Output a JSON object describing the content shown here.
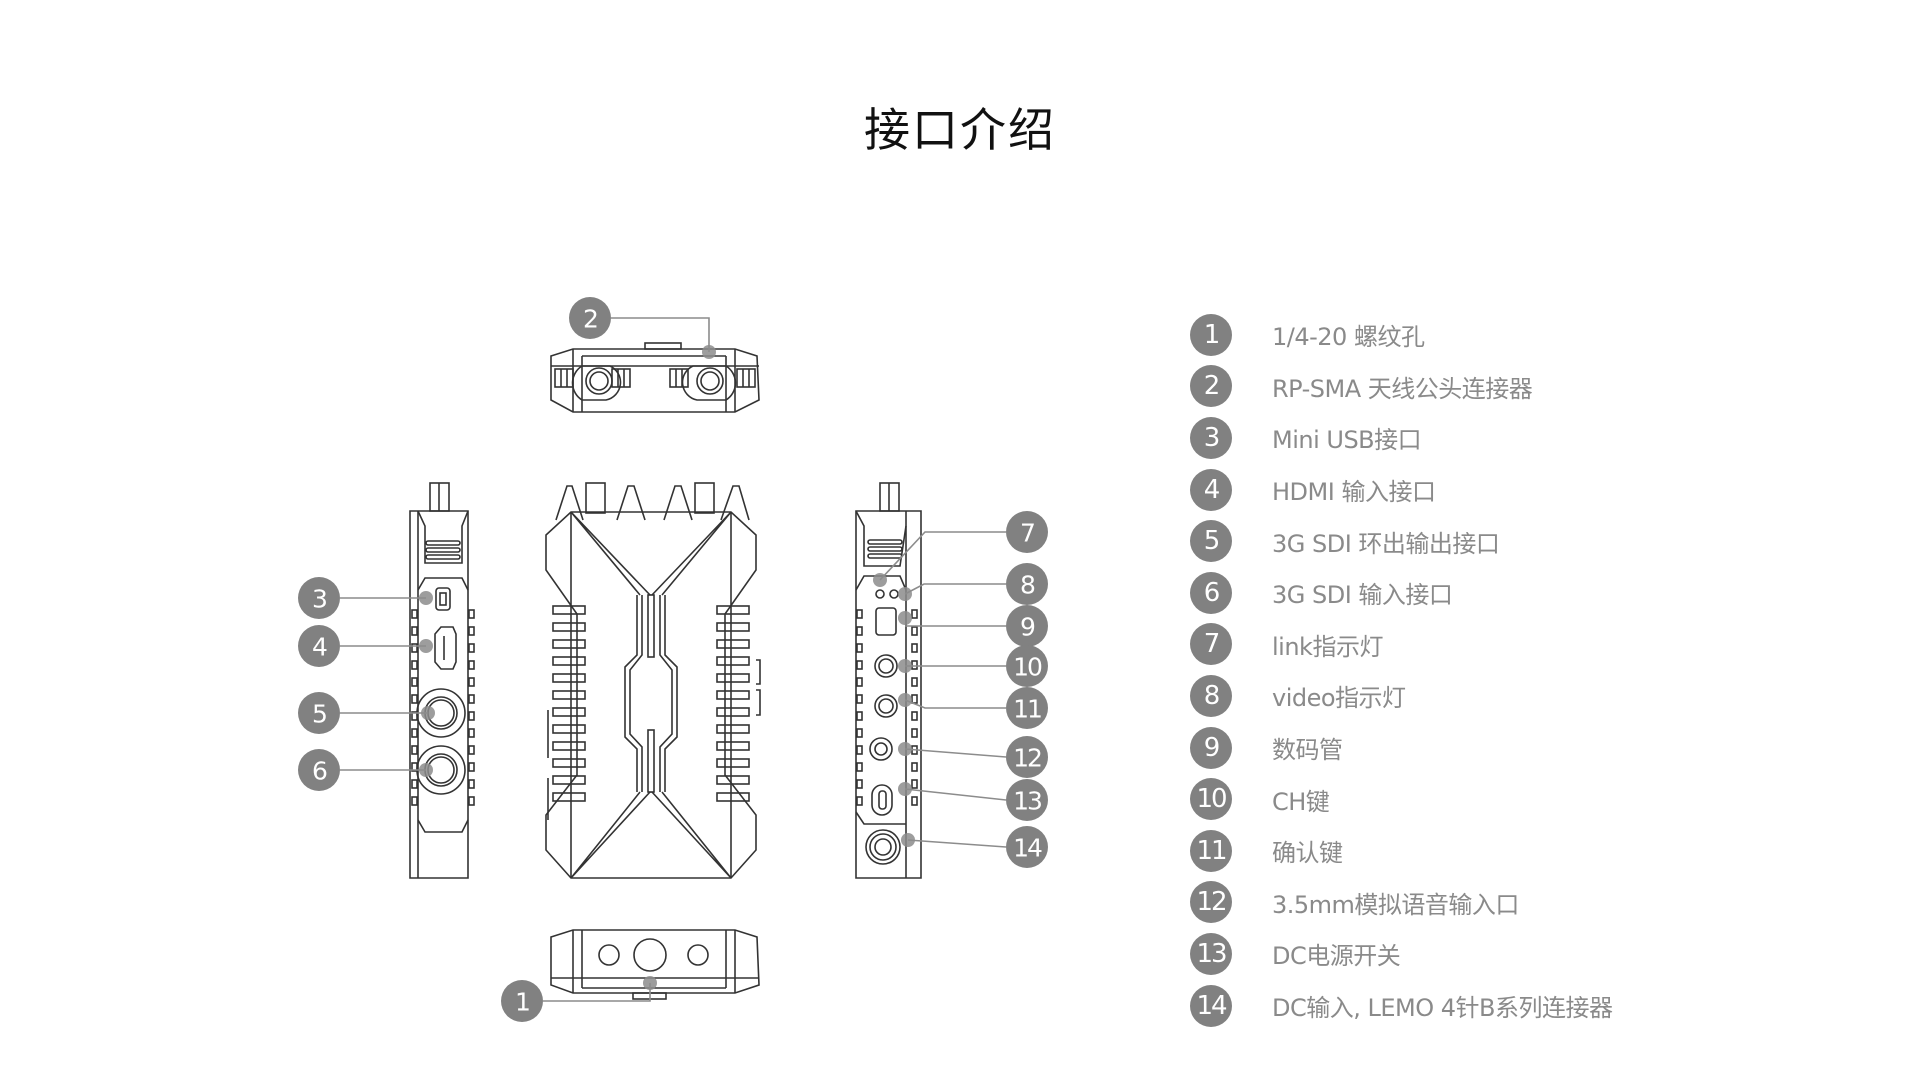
{
  "title": "接口介绍",
  "colors": {
    "badge": "#818181",
    "label": "#8a8a8a",
    "line": "#333333",
    "leader": "#8c8c8c"
  },
  "legend": [
    {
      "num": "1",
      "label": "1/4-20 螺纹孔"
    },
    {
      "num": "2",
      "label": "RP-SMA 天线公头连接器"
    },
    {
      "num": "3",
      "label": "Mini USB接口"
    },
    {
      "num": "4",
      "label": "HDMI 输入接口"
    },
    {
      "num": "5",
      "label": "3G SDI 环出输出接口"
    },
    {
      "num": "6",
      "label": "3G SDI 输入接口"
    },
    {
      "num": "7",
      "label": "link指示灯"
    },
    {
      "num": "8",
      "label": "video指示灯"
    },
    {
      "num": "9",
      "label": "数码管"
    },
    {
      "num": "10",
      "label": "CH键"
    },
    {
      "num": "11",
      "label": "确认键"
    },
    {
      "num": "12",
      "label": "3.5mm模拟语音输入口"
    },
    {
      "num": "13",
      "label": "DC电源开关"
    },
    {
      "num": "14",
      "label": "DC输入, LEMO 4针B系列连接器"
    }
  ],
  "views": {
    "top": "top-view",
    "front": "front-view",
    "left": "left-side-view",
    "right": "right-side-view",
    "bottom": "bottom-view"
  }
}
